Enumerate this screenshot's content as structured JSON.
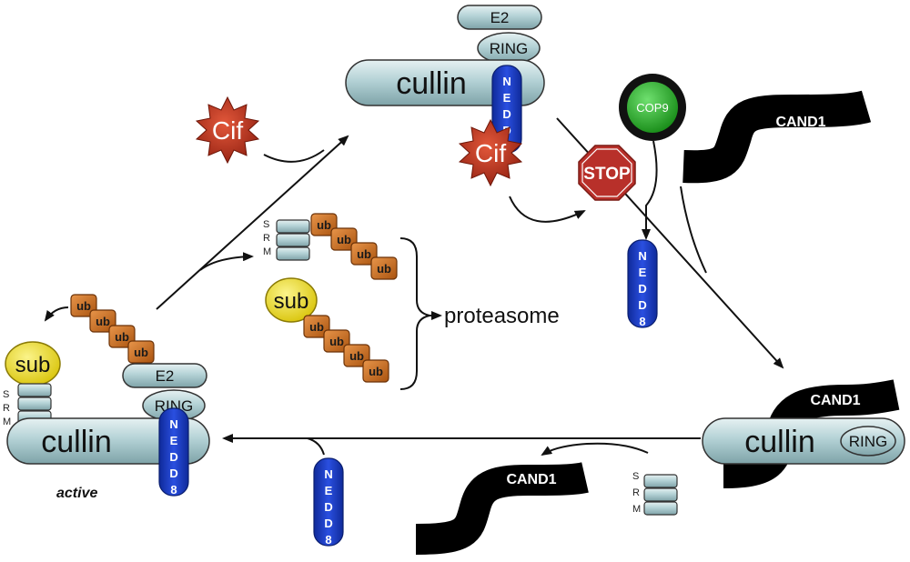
{
  "labels": {
    "cullin": "cullin",
    "e2": "E2",
    "ring": "RING",
    "nedd8": [
      "N",
      "E",
      "D",
      "D",
      "8"
    ],
    "ub": "ub",
    "sub": "sub",
    "cif": "Cif",
    "stop": "STOP",
    "cop9": "COP9",
    "cand1": "CAND1",
    "srm": [
      "S",
      "R",
      "M"
    ],
    "proteasome": "proteasome",
    "active": "active"
  },
  "colors": {
    "cullin": "#b4d2d6",
    "nedd8": "#1f3fc4",
    "ub": "#c96a1c",
    "sub": "#f0e02a",
    "cif": "#c23a22",
    "stop": "#b8302a",
    "cop9": "#2bb52b",
    "cand1": "#000000"
  }
}
